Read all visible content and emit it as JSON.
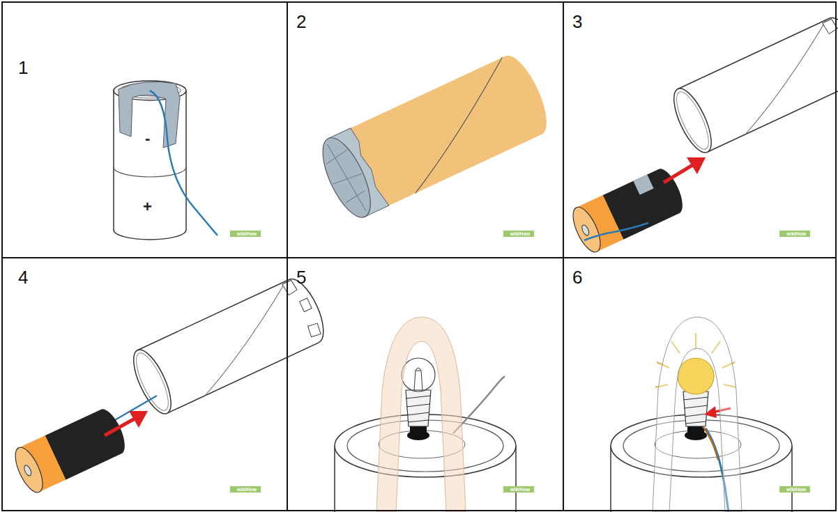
{
  "diagram": {
    "nodes": [
      {
        "text": [
          "1"
        ]
      },
      {
        "text": [
          "2"
        ]
      },
      {
        "text": [
          "3"
        ]
      },
      {
        "text": [
          "4"
        ]
      },
      {
        "text": [
          "5"
        ]
      },
      {
        "text": [
          "6"
        ]
      }
    ],
    "labels": [
      "-",
      "+",
      "wikiHow",
      "wikiHow",
      "wikiHow",
      "wikiHow",
      "wikiHow",
      "wikiHow"
    ]
  }
}
